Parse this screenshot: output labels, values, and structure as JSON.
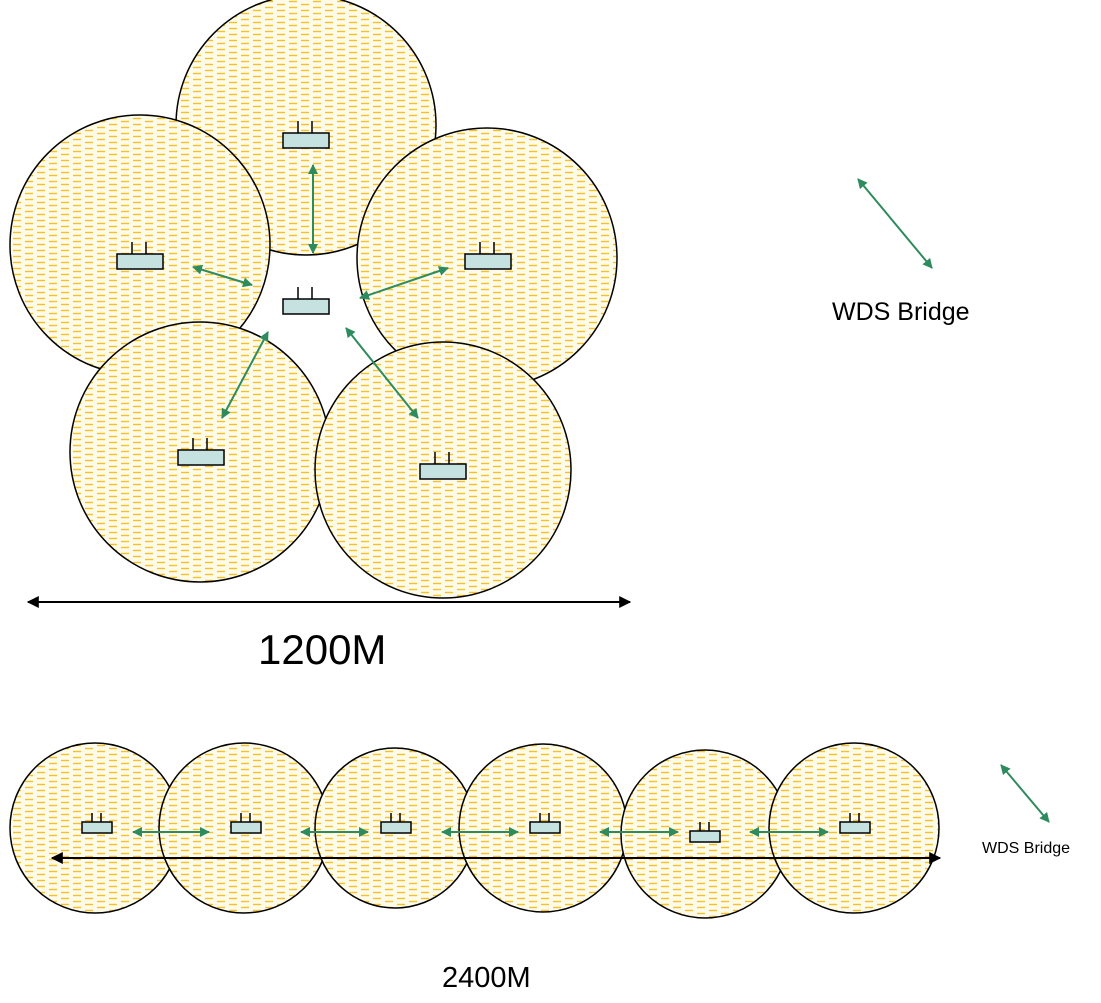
{
  "labels": {
    "distance_top": "1200M",
    "distance_bottom": "2400M",
    "legend_top": "WDS Bridge",
    "legend_bottom": "WDS Bridge"
  },
  "colors": {
    "coverage_fill": "#fefbe8",
    "coverage_hatch": "#f5c02c",
    "coverage_outline": "#000000",
    "access_point_fill": "#c6e2e0",
    "bridge_link": "#2e8b5e",
    "dimension_line": "#000000"
  },
  "icons": {
    "access_point": "access-point-icon",
    "bridge_link": "double-arrow"
  }
}
